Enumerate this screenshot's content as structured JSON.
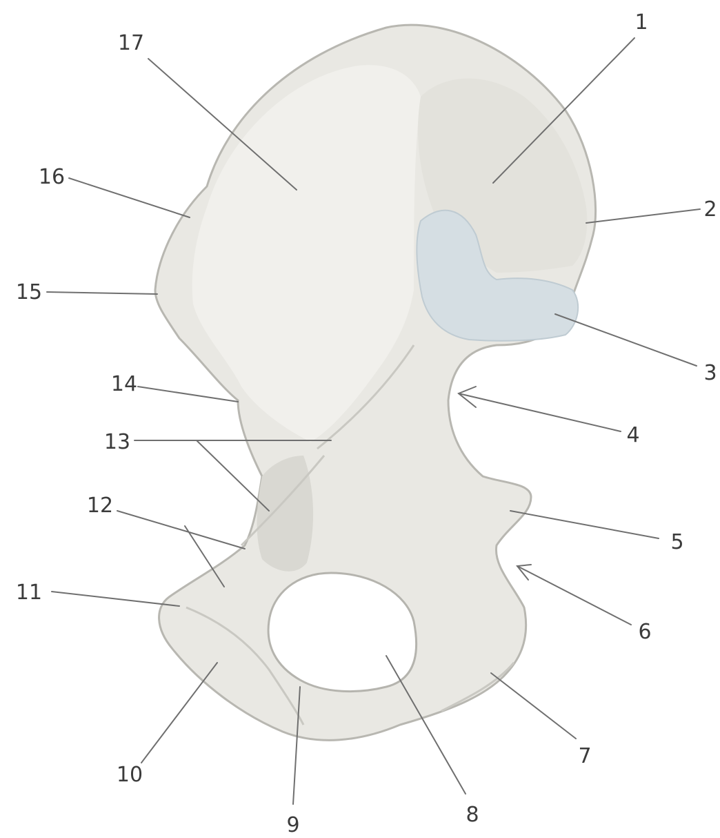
{
  "labels": {
    "l1": "1",
    "l2": "2",
    "l3": "3",
    "l4": "4",
    "l5": "5",
    "l6": "6",
    "l7": "7",
    "l8": "8",
    "l9": "9",
    "l10": "10",
    "l11": "11",
    "l12": "12",
    "l13": "13",
    "l14": "14",
    "l15": "15",
    "l16": "16",
    "l17": "17"
  },
  "colors": {
    "bone": "#e9e8e3",
    "cartilage": "#d5dee3",
    "background": "#ffffff",
    "leader": "#6f6f6f"
  }
}
